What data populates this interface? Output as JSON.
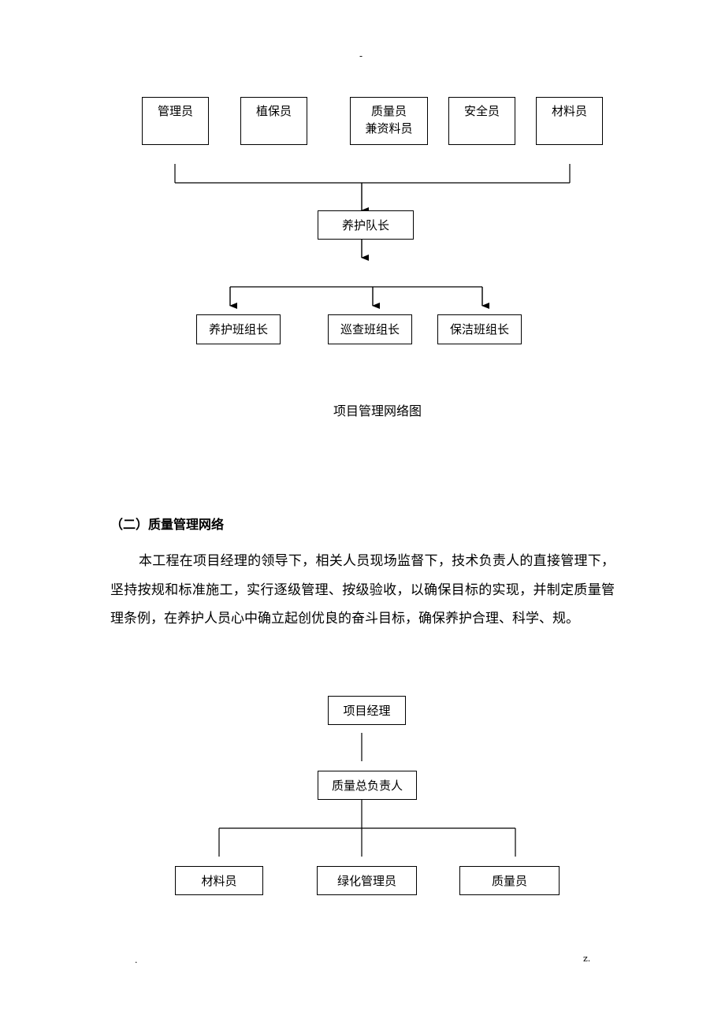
{
  "page": {
    "header_mark": "-",
    "footer_left": ".",
    "footer_right": "z."
  },
  "chart1": {
    "top_row": [
      {
        "lines": [
          "管理员"
        ]
      },
      {
        "lines": [
          "植保员"
        ]
      },
      {
        "lines": [
          "质量员",
          "兼资料员"
        ]
      },
      {
        "lines": [
          "安全员"
        ]
      },
      {
        "lines": [
          "材料员"
        ]
      }
    ],
    "middle": "养护队长",
    "bottom_row": [
      "养护班组长",
      "巡查班组长",
      "保洁班组长"
    ],
    "caption": "项目管理网络图"
  },
  "section": {
    "heading": "（二）质量管理网络",
    "paragraph": "本工程在项目经理的领导下，相关人员现场监督下，技术负责人的直接管理下，坚持按规和标准施工，实行逐级管理、按级验收，以确保目标的实现，并制定质量管理条例，在养护人员心中确立起创优良的奋斗目标，确保养护合理、科学、规。"
  },
  "chart2": {
    "top": "项目经理",
    "middle": "质量总负责人",
    "bottom_row": [
      "材料员",
      "绿化管理员",
      "质量员"
    ]
  }
}
